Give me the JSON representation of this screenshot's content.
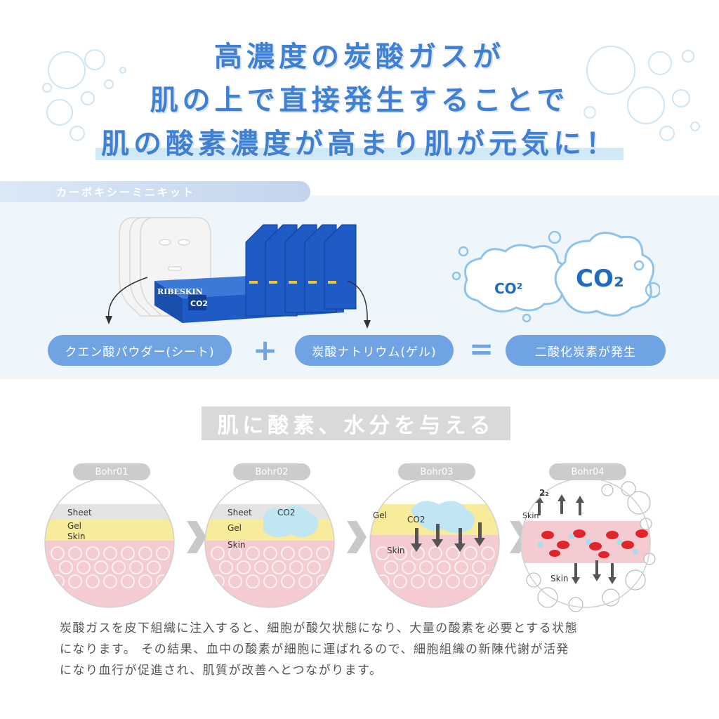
{
  "headline": {
    "line1": "高濃度の炭酸ガスが",
    "line2": "肌の上で直接発生することで",
    "line3": "肌の酸素濃度が高まり肌が元気に！"
  },
  "kit": {
    "tab_label": "カーボキシーミニキット",
    "brand": "RIBESKIN",
    "pack_text": "CO2",
    "cloud_small": "CO²",
    "cloud_large": "CO₂"
  },
  "equation": {
    "powder": "クエン酸パウダー(シート)",
    "plus": "+",
    "gel": "炭酸ナトリウム(ゲル)",
    "equals": "=",
    "result": "二酸化炭素が発生"
  },
  "oxygen": {
    "title": "肌に酸素、水分を与える",
    "stages": [
      {
        "label": "Bohr01",
        "sheet": "Sheet",
        "gel": "Gel",
        "skin": "Skin"
      },
      {
        "label": "Bohr02",
        "sheet": "Sheet",
        "gel": "Gel",
        "skin": "Skin",
        "co2": "CO2"
      },
      {
        "label": "Bohr03",
        "gel": "Gel",
        "co2": "CO2",
        "skin": "Skin"
      },
      {
        "label": "Bohr04",
        "o2": "2₂",
        "skin_top": "Skin",
        "skin_bottom": "Skin"
      }
    ]
  },
  "description": {
    "line1": "炭酸ガスを皮下組織に注入すると、細胞が酸欠状態になり、大量の酸素を必要とする状態",
    "line2": "になります。 その結果、血中の酸素が細胞に運ばれるので、細胞組織の新陳代謝が活発",
    "line3": "になり血行が促進され、肌質が改善へとつながります。"
  },
  "colors": {
    "headline_blue": "#3f7fd4",
    "pill_blue": "#6fa3e3",
    "section_bg": "#eef6fc",
    "product_blue": "#1f5bc4",
    "gel_yellow": "#f6ec9c",
    "skin_pink": "#f4cbd0",
    "blood_red": "#e0252a"
  }
}
